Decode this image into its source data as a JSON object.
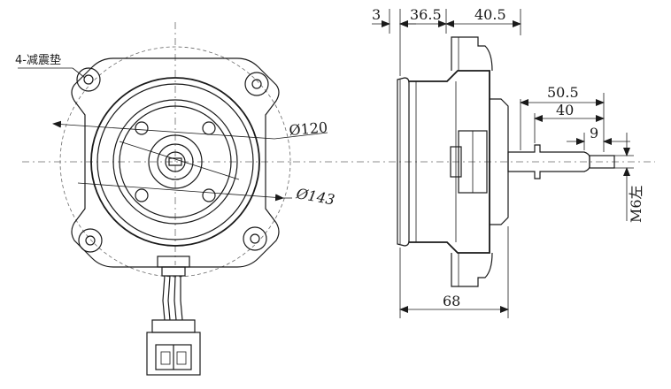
{
  "labels": {
    "damper": "4-减震垫",
    "dia_120": "Ø120",
    "dia_143": "Ø143",
    "dim_3": "3",
    "dim_36_5": "36.5",
    "dim_40_5": "40.5",
    "dim_50_5": "50.5",
    "dim_40": "40",
    "dim_9": "9",
    "dim_68": "68",
    "thread": "M6左"
  }
}
